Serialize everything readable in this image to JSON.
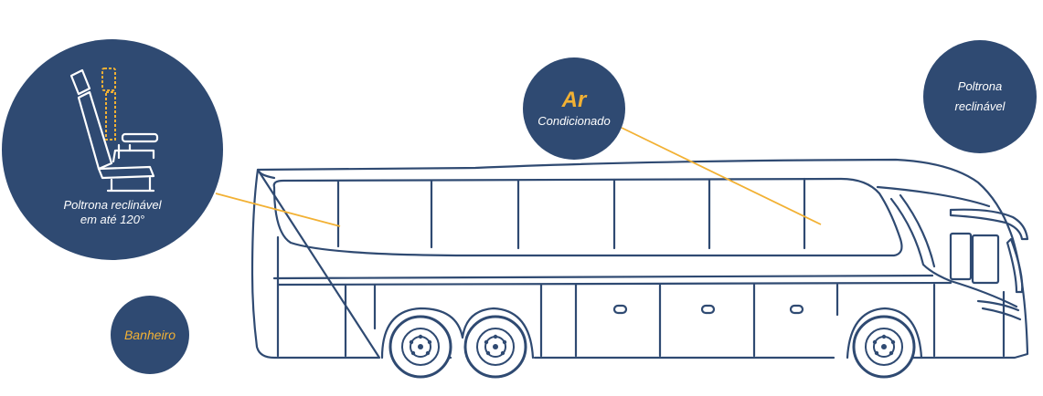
{
  "features": {
    "seat": {
      "line1": "Poltrona reclinável",
      "line2": "em até 120°"
    },
    "ac": {
      "title": "Ar",
      "subtitle": "Condicionado"
    },
    "recline": {
      "line1": "Poltrona",
      "line2": "reclinável"
    },
    "wc": {
      "label": "Banheiro"
    }
  },
  "colors": {
    "navy": "#2f4a72",
    "accent": "#f2b134",
    "outline": "#2f4a72"
  },
  "icons": {
    "seat": "reclining-seat-icon",
    "bus": "bus-illustration"
  }
}
